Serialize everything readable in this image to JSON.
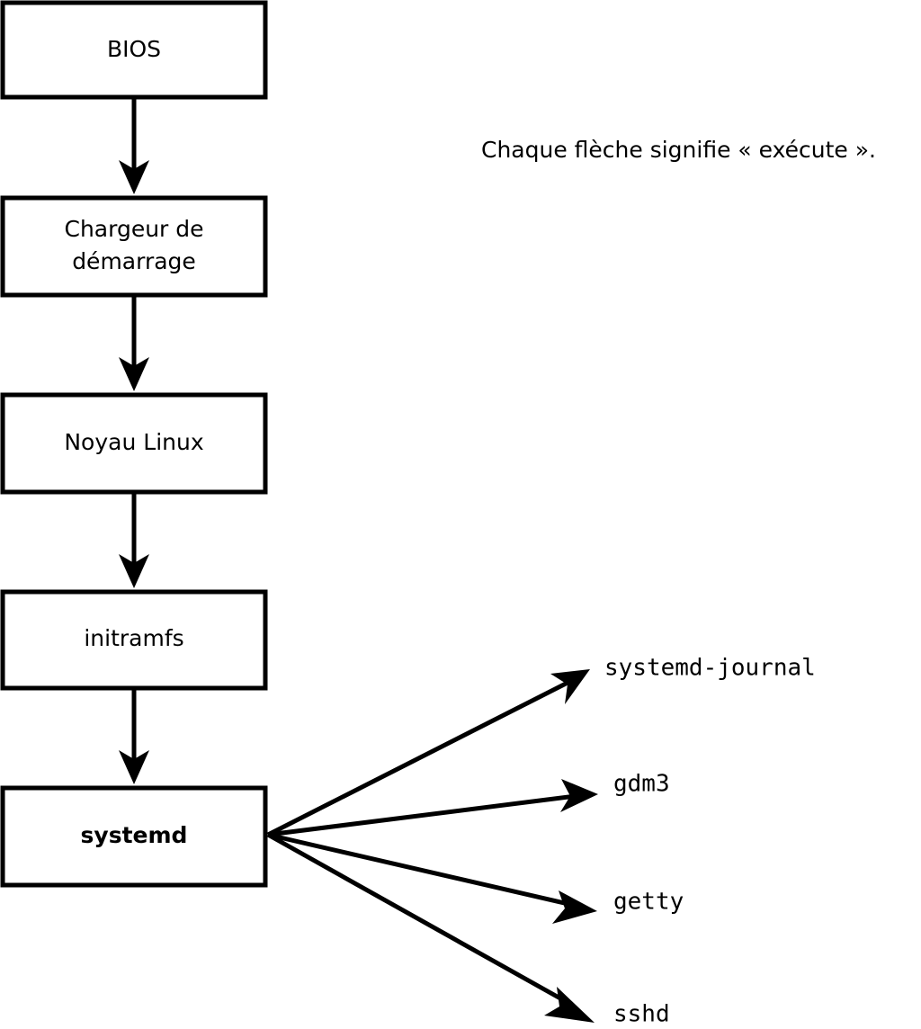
{
  "diagram": {
    "caption": {
      "text": "Chaque flèche signifie « exécute »."
    },
    "boot_chain": [
      {
        "id": "bios",
        "label": "BIOS",
        "line1": "BIOS",
        "line2": "",
        "bold": false
      },
      {
        "id": "bootloader",
        "label": "Chargeur de démarrage",
        "line1": "Chargeur de",
        "line2": "démarrage",
        "bold": false
      },
      {
        "id": "kernel",
        "label": "Noyau Linux",
        "line1": "Noyau Linux",
        "line2": "",
        "bold": false
      },
      {
        "id": "initramfs",
        "label": "initramfs",
        "line1": "initramfs",
        "line2": "",
        "bold": false
      },
      {
        "id": "systemd",
        "label": "systemd",
        "line1": "systemd",
        "line2": "",
        "bold": true
      }
    ],
    "services": [
      {
        "id": "systemd-journal",
        "label": "systemd-journal"
      },
      {
        "id": "gdm3",
        "label": "gdm3"
      },
      {
        "id": "getty",
        "label": "getty"
      },
      {
        "id": "sshd",
        "label": "sshd"
      }
    ],
    "colors": {
      "stroke": "#000000",
      "fill": "#ffffff",
      "text": "#000000"
    }
  }
}
